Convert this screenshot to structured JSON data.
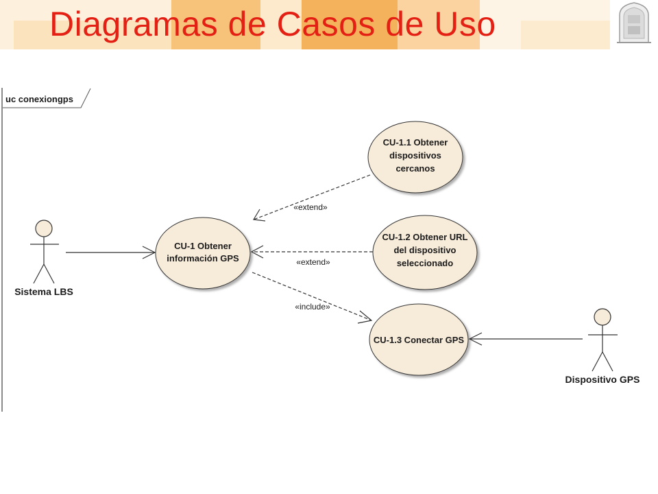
{
  "title": "Diagramas de Casos de Uso",
  "colors": {
    "title": "#e41f13",
    "usecase_fill": "#f7ebd9",
    "banner_orange": "#f6b867",
    "banner_light": "#fce8c9"
  },
  "diagram": {
    "frame_title": "uc conexiongps",
    "actors": [
      {
        "name": "Sistema LBS"
      },
      {
        "name": "Dispositivo GPS"
      }
    ],
    "use_cases": [
      {
        "lines": [
          "CU-1 Obtener",
          "información GPS"
        ]
      },
      {
        "lines": [
          "CU-1.1 Obtener",
          "dispositivos",
          "cercanos"
        ]
      },
      {
        "lines": [
          "CU-1.2 Obtener URL",
          "del dispositivo",
          "seleccionado"
        ]
      },
      {
        "lines": [
          "CU-1.3 Conectar GPS"
        ]
      }
    ],
    "relations": [
      {
        "type": "extend",
        "label": "«extend»"
      },
      {
        "type": "extend",
        "label": "«extend»"
      },
      {
        "type": "include",
        "label": "«include»"
      }
    ]
  }
}
